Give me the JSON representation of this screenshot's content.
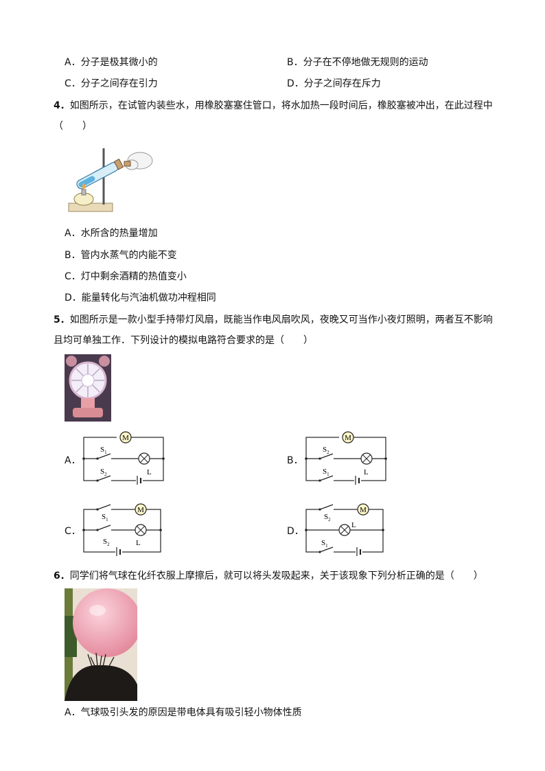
{
  "q3": {
    "A": "A．分子是极其微小的",
    "B": "B．分子在不停地做无规则的运动",
    "C": "C．分子之间存在引力",
    "D": "D．分子之间存在斥力"
  },
  "q4": {
    "number": "4．",
    "stem_line1": "如图所示，在试管内装些水，用橡胶塞塞住管口，将水加热一段时间后，橡胶塞被冲出，在此过程中",
    "stem_line2": "（　　）",
    "A": "A．水所含的热量增加",
    "B": "B．管内水蒸气的内能不变",
    "C": "C．灯中剩余酒精的热值变小",
    "D": "D．能量转化与汽油机做功冲程相同"
  },
  "q5": {
    "number": "5．",
    "stem_line1": "如图所示是一款小型手持带灯风扇，既能当作电风扇吹风，夜晚又可当作小夜灯照明，两者互不影响",
    "stem_line2": "且均可单独工作．下列设计的模拟电路符合要求的是（　　）",
    "option_labels": [
      "A．",
      "B．",
      "C．",
      "D．"
    ],
    "symbols": {
      "motor": "M",
      "lamp": "L",
      "s1": "S",
      "s1_sub": "1",
      "s2": "S",
      "s2_sub": "2"
    }
  },
  "q6": {
    "number": "6．",
    "stem": "同学们将气球在化纤衣服上摩擦后，就可以将头发吸起来，关于该现象下列分析正确的是（　　）",
    "A": "A．气球吸引头发的原因是带电体具有吸引轻小物体性质"
  }
}
